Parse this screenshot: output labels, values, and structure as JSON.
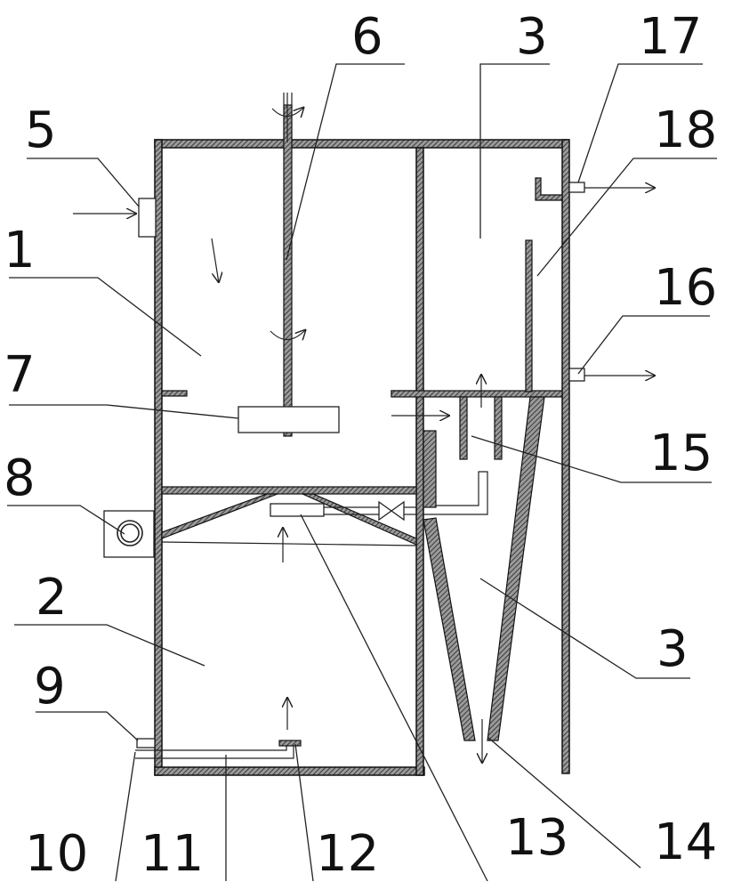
{
  "labels": {
    "l1": "1",
    "l2": "2",
    "l3a": "3",
    "l3b": "3",
    "l5": "5",
    "l6": "6",
    "l7": "7",
    "l8": "8",
    "l9": "9",
    "l10": "10",
    "l11": "11",
    "l12": "12",
    "l13": "13",
    "l14": "14",
    "l15": "15",
    "l16": "16",
    "l17": "17",
    "l18": "18"
  }
}
